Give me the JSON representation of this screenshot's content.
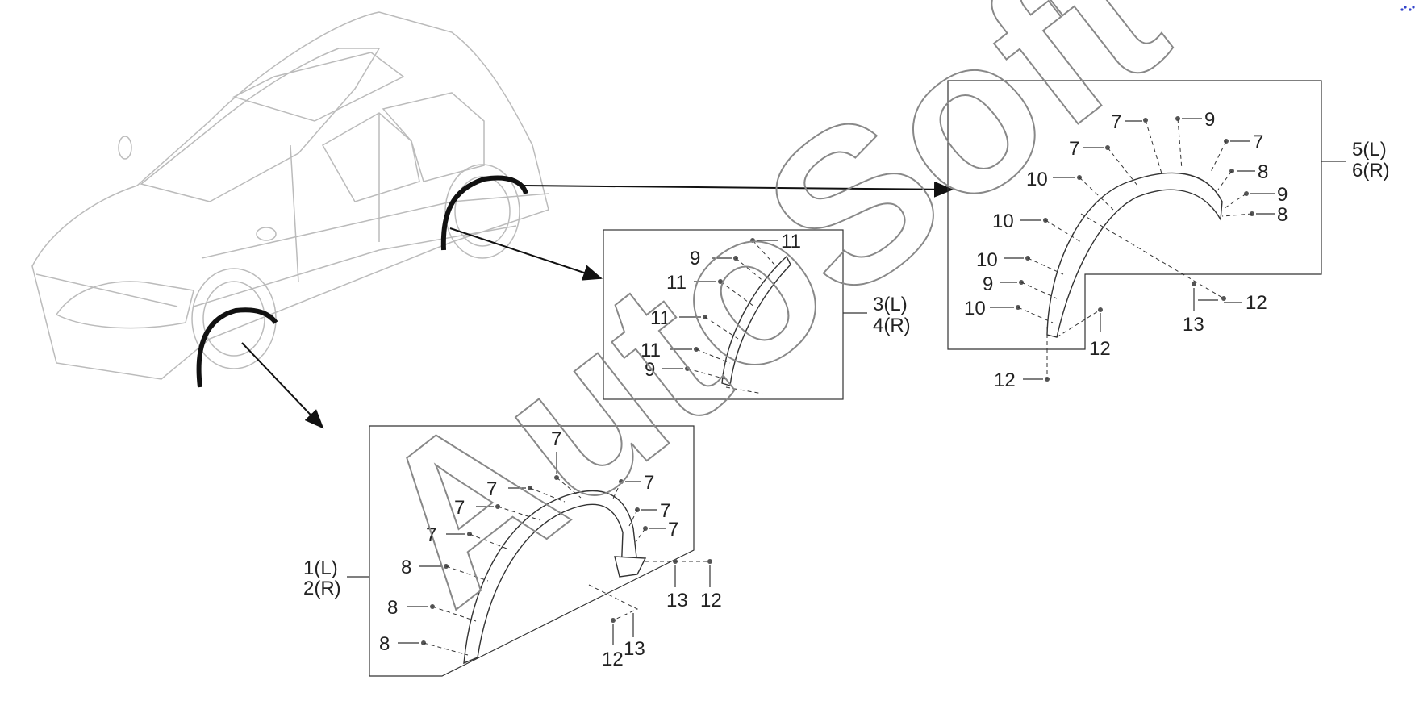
{
  "watermark": "AutoSoft",
  "colors": {
    "line": "#333333",
    "vehicle": "#bbbbbb",
    "background": "#ffffff"
  },
  "callouts": {
    "front": {
      "assembly_l": "1(L)",
      "assembly_r": "2(R)",
      "c7a": "7",
      "c7b": "7",
      "c7c": "7",
      "c7d": "7",
      "c7e": "7",
      "c7f": "7",
      "c7g": "7",
      "c8a": "8",
      "c8b": "8",
      "c8c": "8",
      "c12a": "12",
      "c12b": "12",
      "c13a": "13",
      "c13b": "13"
    },
    "door": {
      "assembly_l": "3(L)",
      "assembly_r": "4(R)",
      "c11a": "11",
      "c11b": "11",
      "c11c": "11",
      "c11d": "11",
      "c9a": "9",
      "c9b": "9"
    },
    "rear": {
      "assembly_l": "5(L)",
      "assembly_r": "6(R)",
      "c7a": "7",
      "c7b": "7",
      "c7c": "7",
      "c9a": "9",
      "c9b": "9",
      "c9c": "9",
      "c8a": "8",
      "c8b": "8",
      "c10a": "10",
      "c10b": "10",
      "c10c": "10",
      "c10d": "10",
      "c12a": "12",
      "c12b": "12",
      "c12c": "12",
      "c13": "13"
    }
  }
}
